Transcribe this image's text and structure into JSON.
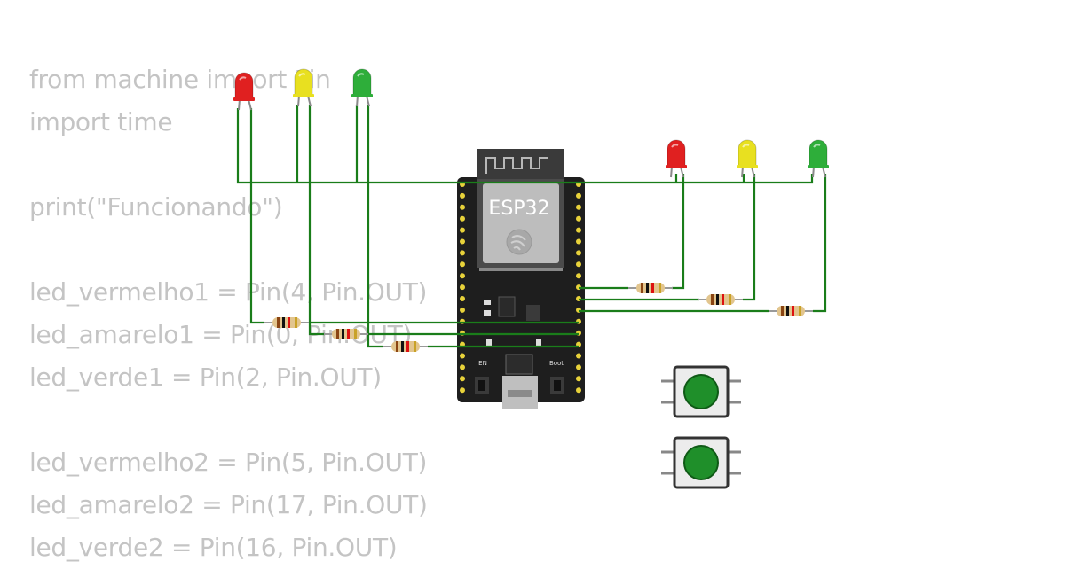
{
  "code": {
    "lines": [
      "from machine import Pin",
      "import time",
      "",
      "print(\"Funcionando\")",
      "",
      "led_vermelho1 = Pin(4, Pin.OUT)",
      "led_amarelo1 = Pin(0, Pin.OUT)",
      "led_verde1 = Pin(2, Pin.OUT)",
      "",
      "led_vermelho2 = Pin(5, Pin.OUT)",
      "led_amarelo2 = Pin(17, Pin.OUT)",
      "led_verde2 = Pin(16, Pin.OUT)"
    ]
  },
  "board": {
    "label": "ESP32",
    "en_label": "EN",
    "boot_label": "Boot",
    "body_color": "#1e1e1e",
    "module_color": "#bdbdbd"
  },
  "colors": {
    "wire": "#1a7d1a",
    "led_red": "#e02020",
    "led_yellow": "#e8e020",
    "led_green": "#2eae3a",
    "button_cap": "#1f8f2a",
    "pin_pad": "#e8d23a"
  },
  "components": {
    "leds": [
      "red",
      "yellow",
      "green",
      "red",
      "yellow",
      "green"
    ],
    "resistors": 6,
    "buttons": 2
  }
}
